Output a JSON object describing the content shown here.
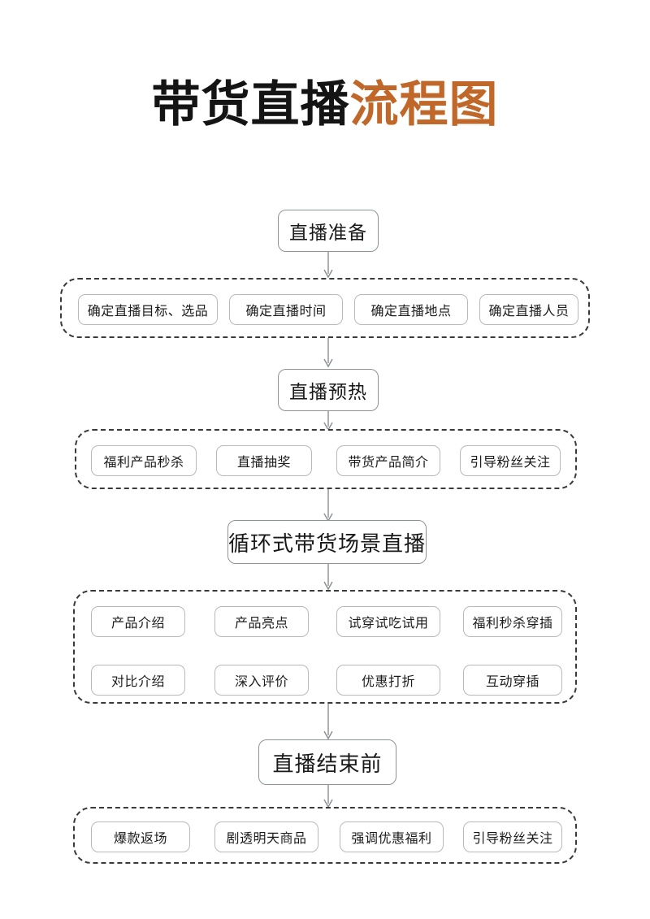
{
  "title": {
    "dark_part": "带货直播",
    "accent_part": "流程图",
    "full": "带货直播流程图",
    "accent_color": "#c0682a",
    "dark_color": "#141414"
  },
  "flow": {
    "type": "vertical-flowchart",
    "stages": [
      {
        "id": "stage-1",
        "label": "直播准备",
        "items": [
          "确定直播目标、选品",
          "确定直播时间",
          "确定直播地点",
          "确定直播人员"
        ]
      },
      {
        "id": "stage-2",
        "label": "直播预热",
        "items": [
          "福利产品秒杀",
          "直播抽奖",
          "带货产品简介",
          "引导粉丝关注"
        ]
      },
      {
        "id": "stage-3",
        "label": "循环式带货场景直播",
        "items": [
          "产品介绍",
          "产品亮点",
          "试穿试吃试用",
          "福利秒杀穿插",
          "对比介绍",
          "深入评价",
          "优惠打折",
          "互动穿插"
        ]
      },
      {
        "id": "stage-4",
        "label": "直播结束前",
        "items": [
          "爆款返场",
          "剧透明天商品",
          "强调优惠福利",
          "引导粉丝关注"
        ]
      }
    ]
  }
}
